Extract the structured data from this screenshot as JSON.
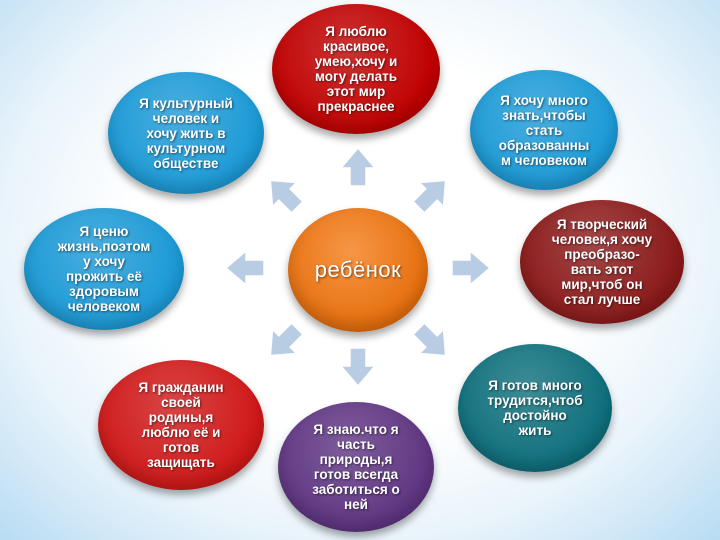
{
  "center": {
    "label": "ребёнок",
    "color": "#e46c0a"
  },
  "nodes": [
    {
      "id": "top",
      "label": "Я люблю\nкрасивое,\nумею,хочу и\nмогу делать\nэтот мир\nпрекраснее",
      "color": "#c00000"
    },
    {
      "id": "top-right",
      "label": "Я хочу много\nзнать,чтобы\nстать\nобразованны\nм человеком",
      "color": "#1c9ad6"
    },
    {
      "id": "right",
      "label": "Я творческий\nчеловек,я хочу\nпреобразо-\nвать этот\nмир,чтоб он\nстал лучше",
      "color": "#8b1a1a"
    },
    {
      "id": "bottom-right",
      "label": "Я готов много\nтрудится,чтоб\nдостойно\nжить",
      "color": "#0e6f7c"
    },
    {
      "id": "bottom",
      "label": "Я знаю.что я\nчасть\nприроды,я\nготов всегда\nзаботиться о\nней",
      "color": "#5f3582"
    },
    {
      "id": "bottom-left",
      "label": "Я гражданин\nсвоей\nродины,я\nлюблю её и\nготов\nзащищать",
      "color": "#d01818"
    },
    {
      "id": "left",
      "label": "Я ценю\nжизнь,поэтом\nу хочу\nпрожить её\nздоровым\nчеловеком",
      "color": "#1c9ad6"
    },
    {
      "id": "top-left",
      "label": "Я культурный\nчеловек и\nхочу жить в\nкультурном\nобществе",
      "color": "#1c9ad6"
    }
  ],
  "arrow_color": "#b8cce4"
}
